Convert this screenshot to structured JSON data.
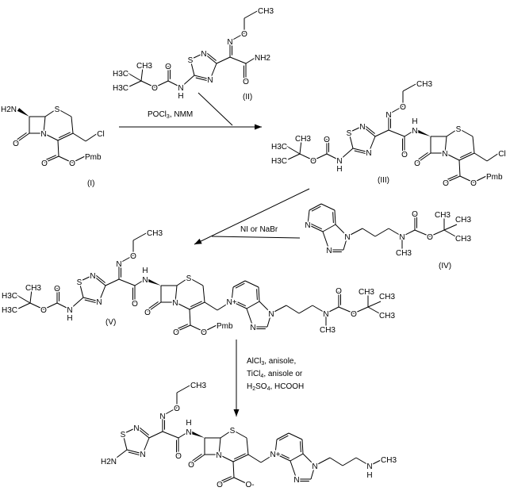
{
  "compounds": {
    "I": "(I)",
    "II": "(II)",
    "III": "(III)",
    "IV": "(IV)",
    "V": "(V)"
  },
  "reagents": {
    "step1": "POCl3, NMM",
    "step2": "NI or NaBr",
    "step3": [
      "AlCl3, anisole,",
      "TiCl4, anisole or",
      "H2SO4, HCOOH"
    ]
  },
  "atoms": {
    "S": "S",
    "N": "N",
    "O": "O",
    "H": "H",
    "Cl": "Cl",
    "NH2": "NH2",
    "H2N": "H2N",
    "CH3": "CH3",
    "H3C": "H3C",
    "Pmb": "Pmb",
    "Nplus": "N+",
    "Ominus": "O-"
  }
}
